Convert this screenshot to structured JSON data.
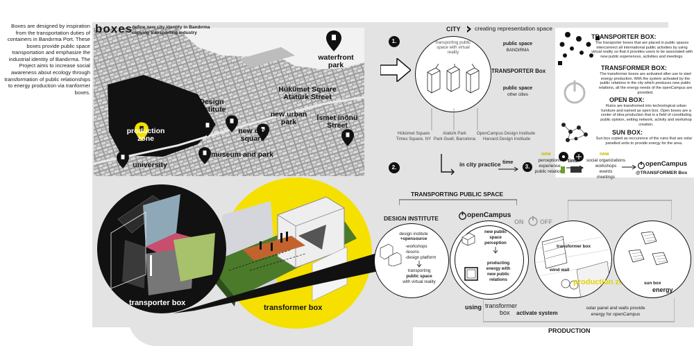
{
  "intro": {
    "text": "Boxes are designed by inspiration from the transportation duties of containers in Bandırma Port. These boxes provide public space transportation and emphasize the industrial identity of Bandırma. The Project aims to increase social awareness about ecology through transformation of public relationships to energy production via tranformer boxes."
  },
  "map": {
    "title": "boxes",
    "subtitle_1": "define new city identity in Bandırma",
    "subtitle_2": "copying transporting industry",
    "labels": {
      "waterfront": "waterfront park",
      "hukumet": "Hükümet Square Atatürk Street",
      "design_institute": "Design Institute",
      "new_urban_park": "new urban park",
      "ismet": "İsmet inönü Street",
      "production_zone": "production zone",
      "new_city_square": "new city square",
      "museum": "museum and park",
      "university": "university"
    }
  },
  "city": {
    "heading": "CITY",
    "heading_sub": "creating representation space",
    "step1": "1.",
    "step2": "2.",
    "step3": "3.",
    "circle_caption": "transporting public space with virtual reality",
    "public_space_title": "public space",
    "public_space_place": "BANDIRMA",
    "transporter_box": "TRANSPORTER Box",
    "public_space_title_2": "public space",
    "public_space_other": "other cities",
    "example_1_line1": "Hükümet Square",
    "example_1_line2": "Times Square, NY",
    "example_2_line1": "Atatürk Park",
    "example_2_line2": "Park Guell, Barcelona",
    "example_3_line1": "OpenCampus Design Institude",
    "example_3_line2": "Harvard Design Institude"
  },
  "practice": {
    "in_city": "in city practice",
    "time_1": "time",
    "new_1": "new",
    "perceptions": "perceptions",
    "experience": "experience",
    "public_relations": "public relations",
    "time_2": "time",
    "new_2": "new",
    "social_orgs": "social organizations",
    "workshops": "workshops",
    "events": "events",
    "meetings": "meetings",
    "opencampus": "openCampus",
    "transformer_box": "@TRANSFORMER Box"
  },
  "boxes_text": {
    "transporter_title": "TRANSPORTER BOX:",
    "transporter_body": "The transporter boxes that are placed in public spaces interconnect all international public activities by using virtual reality so that it provides users to be associated with new public experiences, activities and meetings.",
    "transformer_title": "TRANSFORMER BOX:",
    "transformer_body": "The transformer boxes are activated after use to start energy production. With the system activated by the public relations in the city which produces new public relations, all the energy needs of the openCampus are provided.",
    "open_title": "OPEN BOX:",
    "open_body": "Ruins are transformed into technological urban furniture and named as open box. Open boxes are a center of idea production that is a field of constituting public opinion, setting network, activity and workshop creation.",
    "sun_title": "SUN BOX:",
    "sun_body": "Sun box copied as reccurence of the ruins that are solar panelled units to provide energy for the area."
  },
  "bottom": {
    "transporting_heading": "TRANSPORTING PUBLIC SPACE",
    "design_institute": "DESIGN INSTITUTE",
    "opencampus": "openCampus",
    "on": "ON",
    "off": "OFF",
    "di_line1": "design institute",
    "di_line2": "+opensource",
    "di_workshops": "-workshops",
    "di_lessons": "-lesons",
    "di_platform": "-design platform",
    "di_transporting": "transporting",
    "di_public_space": "public space",
    "di_virtual": "with virtual reality",
    "oc_new_public": "new public",
    "oc_space": "space",
    "oc_perception": "perception",
    "oc_producing": "producting",
    "oc_energy": "energy with",
    "oc_new_relations": "new public",
    "oc_relations": "relations",
    "transformer_box_label": "transformer box",
    "wind_wall": "wind wall",
    "production_zone_label": "production zone",
    "sun_box": "sun box",
    "energy": "energy",
    "using": "using",
    "transformer": "transformer",
    "box": "box",
    "activate": "activate system",
    "solar_1": "solar panel and walls provide",
    "solar_2": "energy for openCampus",
    "production": "PRODUCTION",
    "transporter_caption": "transporter box",
    "transformer_caption": "transformer box"
  }
}
